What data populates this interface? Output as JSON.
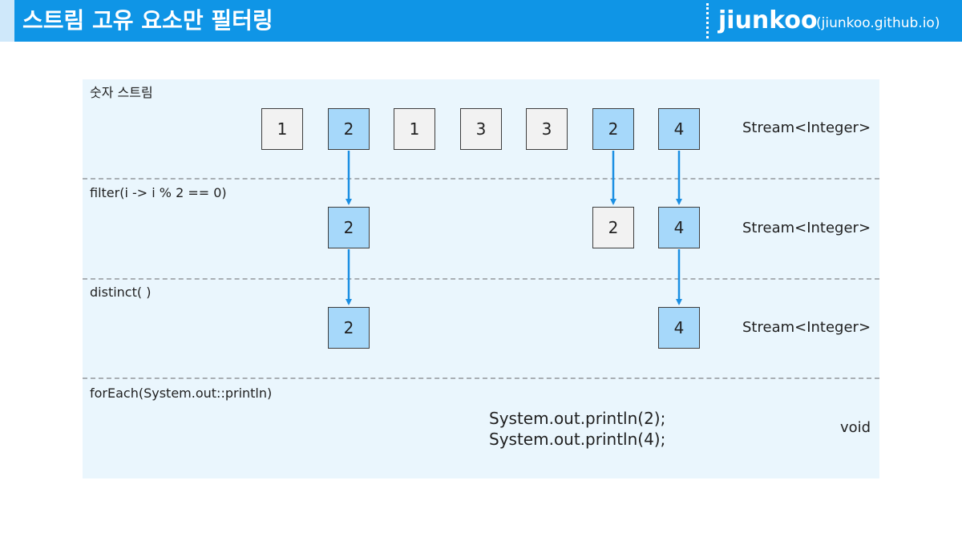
{
  "header": {
    "title": "스트림 고유 요소만 필터링",
    "brand": "jiunkoo",
    "brand_url": "(jiunkoo.github.io)"
  },
  "stages": [
    {
      "label": "숫자 스트림",
      "type": "Stream<Integer>"
    },
    {
      "label": "filter(i -> i % 2 == 0)",
      "type": "Stream<Integer>"
    },
    {
      "label": "distinct( )",
      "type": "Stream<Integer>"
    },
    {
      "label": "forEach(System.out::println)",
      "type": "void"
    }
  ],
  "elements": {
    "numbers": [
      "1",
      "2",
      "1",
      "3",
      "3",
      "2",
      "4"
    ],
    "filtered": [
      "2",
      "2",
      "4"
    ],
    "distinct": [
      "2",
      "4"
    ]
  },
  "output": [
    "System.out.println(2);",
    "System.out.println(4);"
  ],
  "colors": {
    "header_bg": "#0f95e6",
    "panel_bg": "#eaf6fd",
    "box_highlight": "#a6d8fa",
    "box_plain": "#f2f2f2",
    "arrow": "#1a8fe3"
  }
}
